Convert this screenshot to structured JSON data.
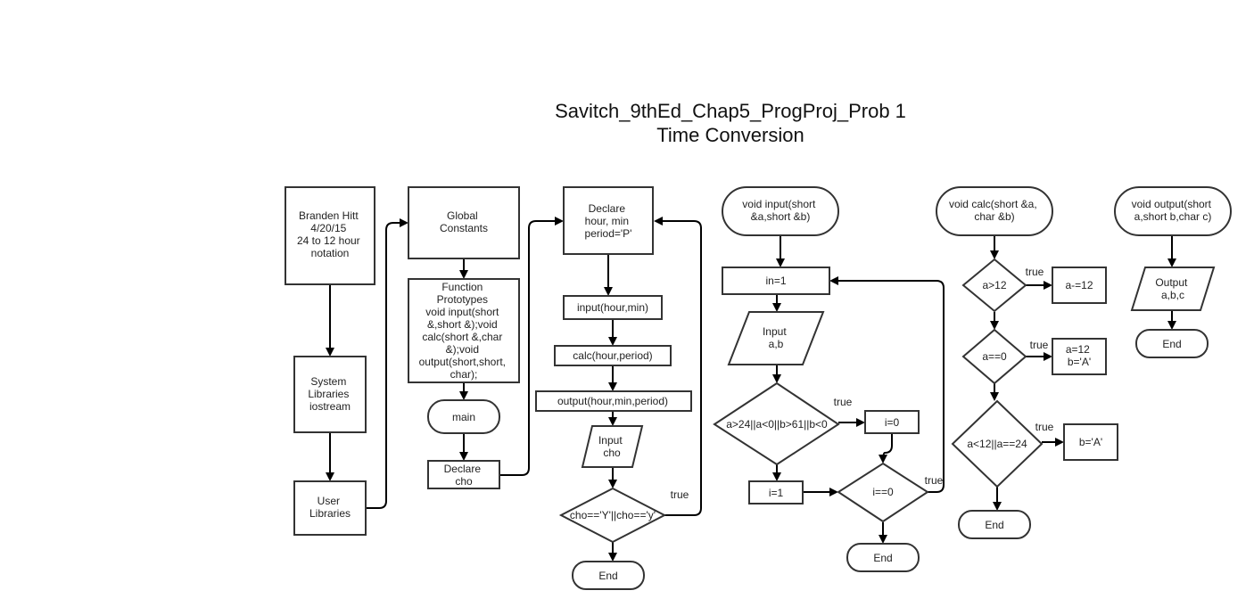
{
  "title": {
    "line1": "Savitch_9thEd_Chap5_ProgProj_Prob 1",
    "line2": "Time Conversion"
  },
  "colors": {
    "stroke": "#333333",
    "edge": "#000000",
    "text": "#222222"
  },
  "nodes": {
    "header": [
      "Branden Hitt",
      "4/20/15",
      "24 to 12 hour",
      "notation"
    ],
    "syslib": [
      "System",
      "Libraries",
      "iostream"
    ],
    "userlib": [
      "User",
      "Libraries"
    ],
    "globals": [
      "Global",
      "Constants"
    ],
    "protos": [
      "Function",
      "Prototypes",
      "void input(short",
      "&,short &);void",
      "calc(short &,char",
      "&);void",
      "output(short,short,",
      "char);"
    ],
    "main": [
      "main"
    ],
    "declcho": [
      "Declare",
      "cho"
    ],
    "declhour": [
      "Declare",
      "hour, min",
      "period='P'"
    ],
    "callinput": [
      "input(hour,min)"
    ],
    "callcalc": [
      "calc(hour,period)"
    ],
    "calloutput": [
      "output(hour,min,period)"
    ],
    "inputcho": [
      "Input",
      "cho"
    ],
    "loopdec": [
      "cho=='Y'||cho=='y'"
    ],
    "end1": [
      "End"
    ],
    "fninput": [
      "void input(short",
      "&a,short &b)"
    ],
    "in1": [
      "in=1"
    ],
    "inputab": [
      "Input",
      "a,b"
    ],
    "validdec": [
      "a>24||a<0||b>61||b<0"
    ],
    "i0": [
      "i=0"
    ],
    "i1": [
      "i=1"
    ],
    "idec": [
      "i==0"
    ],
    "end2": [
      "End"
    ],
    "fncalc": [
      "void calc(short &a,",
      "char &b)"
    ],
    "dec12": [
      "a>12"
    ],
    "sub12": [
      "a-=12"
    ],
    "dec0": [
      "a==0"
    ],
    "set12": [
      "a=12",
      "b='A'"
    ],
    "decam": [
      "a<12||a==24"
    ],
    "setA": [
      "b='A'"
    ],
    "end3": [
      "End"
    ],
    "fnoutput": [
      "void output(short",
      "a,short b,char c)"
    ],
    "outabc": [
      "Output",
      "a,b,c"
    ],
    "end4": [
      "End"
    ]
  },
  "edge_labels": {
    "loop_true": "true",
    "valid_true": "true",
    "i_true": "true",
    "gt12_true": "true",
    "eq0_true": "true",
    "am_true": "true"
  }
}
